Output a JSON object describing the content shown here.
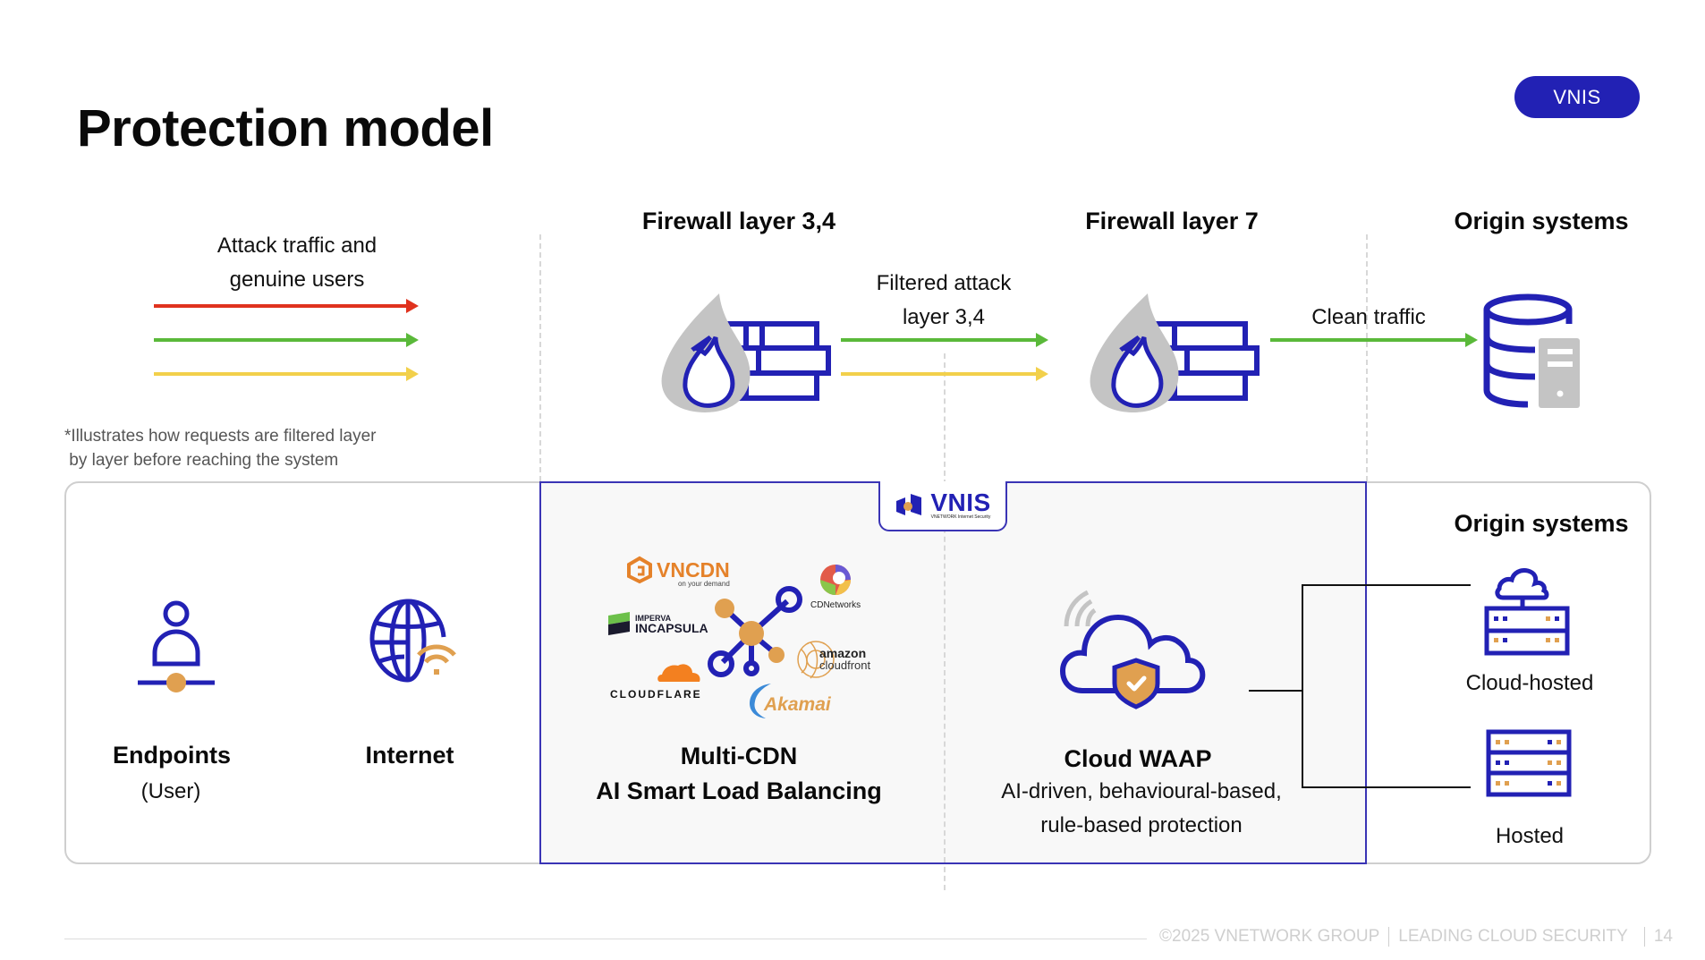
{
  "page": {
    "title": "Protection model",
    "badge": "VNIS"
  },
  "colors": {
    "brand_blue": "#2221b4",
    "accent_orange": "#e0a050",
    "attack_red": "#e0321e",
    "genuine_green": "#5ab93a",
    "suspicious_yellow": "#f2d04b",
    "icon_gray": "#c4c4c4"
  },
  "top_flow": {
    "source_label_line1": "Attack traffic and",
    "source_label_line2": "genuine users",
    "arrows": [
      "red",
      "green",
      "yellow"
    ],
    "firewall_l34": {
      "title": "Firewall layer 3,4"
    },
    "filtered_label_line1": "Filtered attack",
    "filtered_label_line2": "layer 3,4",
    "filtered_arrows": [
      "green",
      "yellow"
    ],
    "firewall_l7": {
      "title": "Firewall layer 7"
    },
    "clean_label": "Clean traffic",
    "clean_arrows": [
      "green"
    ],
    "origin": {
      "title": "Origin systems"
    },
    "note_line1": "*Illustrates how requests are filtered layer",
    "note_line2": " by layer before reaching the system"
  },
  "bottom_flow": {
    "vnis_logo": {
      "text": "VNIS",
      "subtext": "VNETWORK Internet Security"
    },
    "endpoints": {
      "title": "Endpoints",
      "subtitle": "(User)"
    },
    "internet": {
      "title": "Internet"
    },
    "multi_cdn": {
      "title_line1": "Multi-CDN",
      "title_line2": "AI Smart Load Balancing",
      "providers": [
        "VNCDN",
        "IMPERVA INCAPSULA",
        "CLOUDFLARE",
        "CDNetworks",
        "amazon cloudfront",
        "Akamai"
      ],
      "vncdn_tagline": "on your demand",
      "imperva_top": "IMPERVA",
      "imperva_bottom": "INCAPSULA",
      "amazon_top": "amazon",
      "amazon_bottom": "cloudfront"
    },
    "cloud_waap": {
      "title": "Cloud WAAP",
      "desc_line1": "AI-driven, behavioural-based,",
      "desc_line2": "rule-based protection"
    },
    "origin": {
      "title": "Origin systems",
      "items": [
        {
          "label": "Cloud-hosted"
        },
        {
          "label": "Hosted"
        }
      ]
    }
  },
  "footer": {
    "copyright": "©2025 VNETWORK GROUP",
    "tagline": "LEADING CLOUD SECURITY",
    "page_number": "14"
  }
}
